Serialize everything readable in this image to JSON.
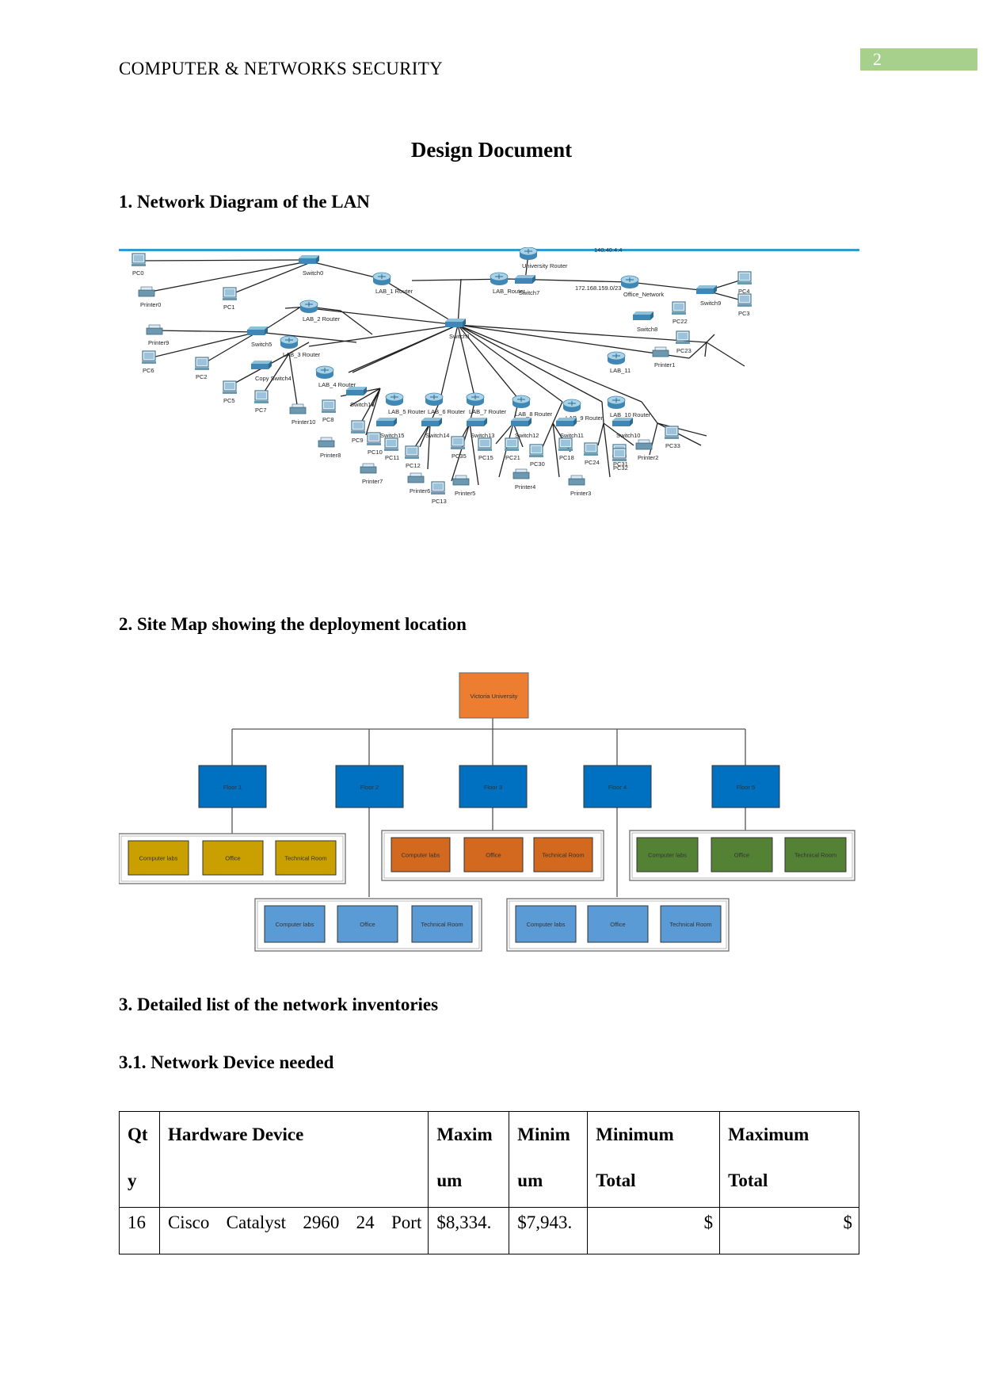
{
  "header": {
    "running_title": "COMPUTER & NETWORKS SECURITY",
    "page_number": "2"
  },
  "document": {
    "title": "Design Document",
    "section1": "1. Network Diagram of the LAN",
    "section2": "2. Site Map showing the deployment location",
    "section3": "3. Detailed list of the network inventories",
    "section3_1": "3.1. Network Device needed"
  },
  "network_diagram": {
    "ip_labels": [
      "140.40.4.4",
      "172.168.159.0/23"
    ],
    "nodes": [
      "PC0",
      "Switch0",
      "Printer0",
      "PC1",
      "LAB_1 Router",
      "LAB_Router",
      "University Router",
      "Switch7",
      "Office_Network",
      "Switch9",
      "PC4",
      "PC3",
      "LAB_2 Router",
      "Printer9",
      "Switch5",
      "PC6",
      "PC2",
      "LAB_3 Router",
      "Copy Switch4",
      "PC5",
      "PC7",
      "Printer10",
      "LAB_4 Router",
      "Switch16",
      "PC8",
      "PC9",
      "Printer8",
      "Switch8",
      "PC22",
      "PC23",
      "LAB_11",
      "Printer1",
      "LAB_5 Router",
      "LAB_6 Router",
      "LAB_7 Router",
      "LAB_8 Router",
      "LAB_9 Router",
      "LAB_10 Router",
      "Switch15",
      "Switch14",
      "Switch13",
      "Switch12",
      "Switch11",
      "Switch10",
      "PC10",
      "PC11",
      "PC12",
      "Printer7",
      "PC13",
      "Printer6",
      "PC35",
      "PC15",
      "Printer5",
      "PC21",
      "PC30",
      "Printer4",
      "PC18",
      "PC24",
      "Printer3",
      "PC31",
      "PC32",
      "Printer2",
      "PC33",
      "Switch1"
    ]
  },
  "site_map": {
    "root": "Victoria University",
    "floors": [
      "Floor 1",
      "Floor 2",
      "Floor 3",
      "Floor 4",
      "Floor 5"
    ],
    "rooms": [
      "Computer labs",
      "Office",
      "Technical Room"
    ],
    "colors": {
      "root": "#ed7d31",
      "floor": "#0070c0",
      "floor1_rooms": "#c9a000",
      "floor3_rooms": "#d2691e",
      "floor5_rooms": "#548235",
      "floor2_4_rooms": "#5b9bd5"
    }
  },
  "inventory_table": {
    "headers": {
      "qty": "Qt\ny",
      "device": "Hardware Device",
      "max": "Maxim\num",
      "min": "Minim\num",
      "min_total": "Minimum\nTotal",
      "max_total": "Maximum\nTotal"
    },
    "rows": [
      {
        "qty": "16",
        "device": "Cisco Catalyst 2960 24 Port",
        "max": "$8,334.",
        "min": "$7,943.",
        "min_total": "$",
        "max_total": "$"
      }
    ]
  }
}
